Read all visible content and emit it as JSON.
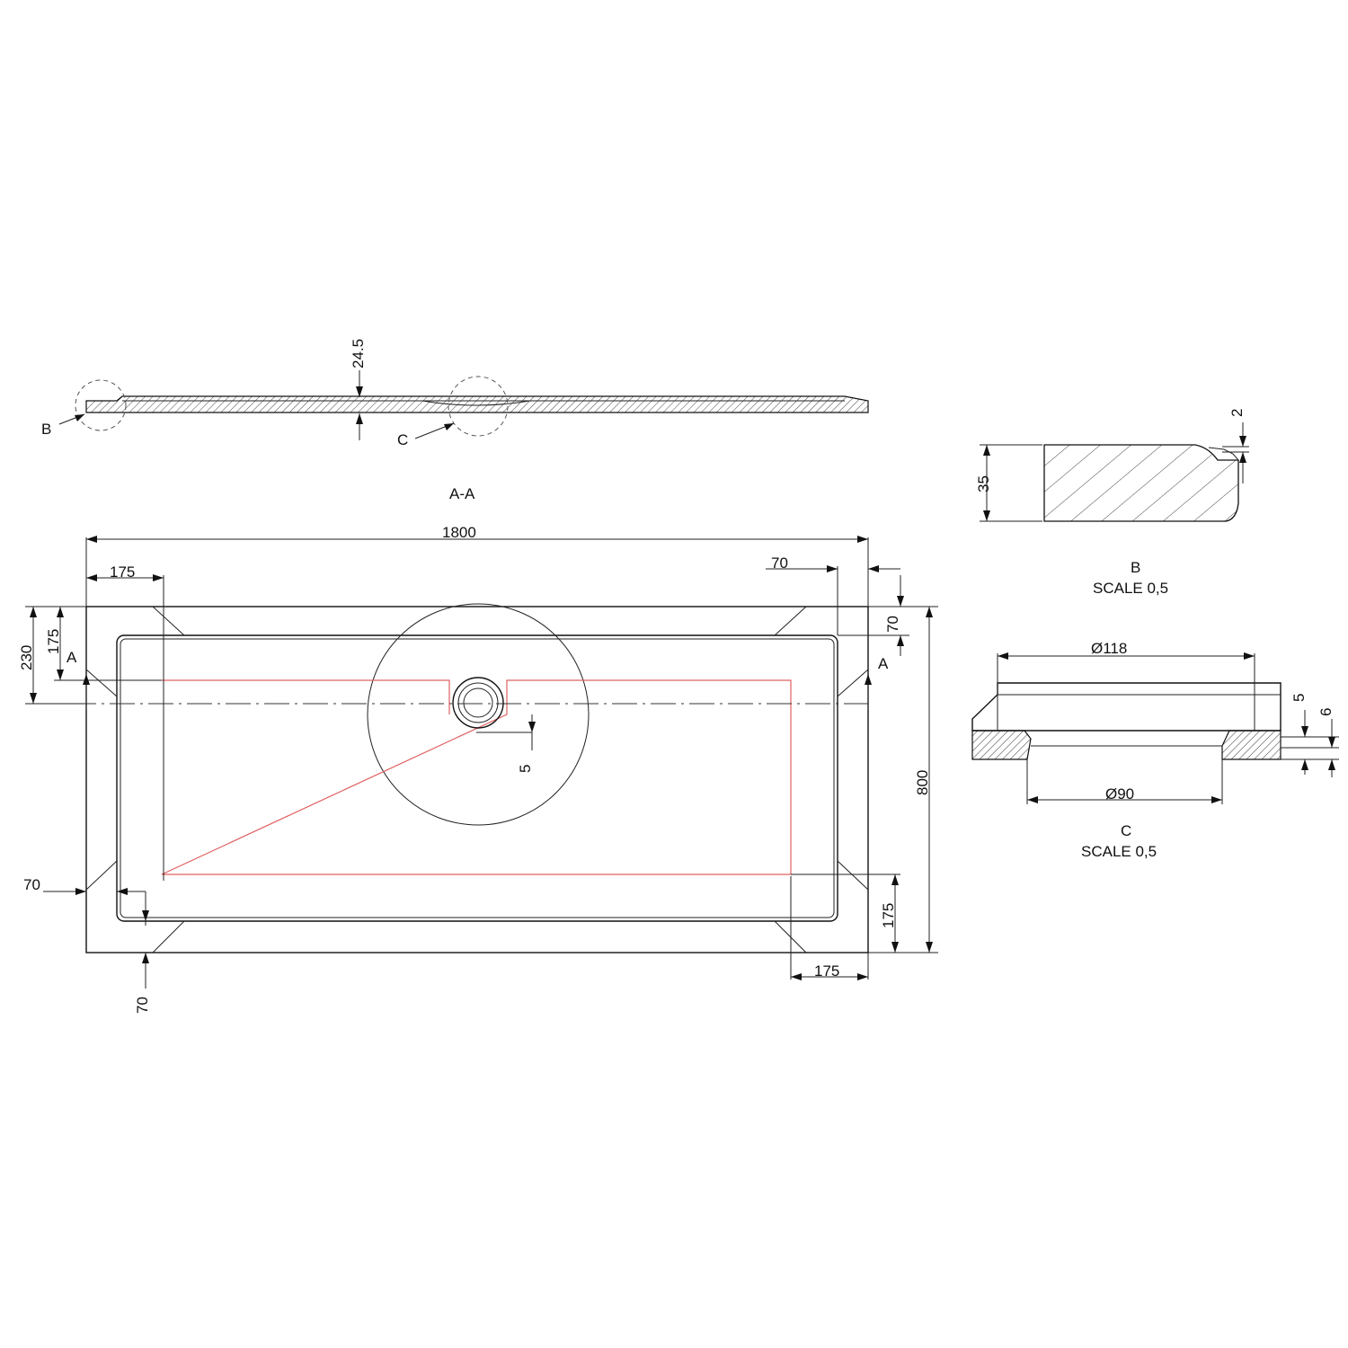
{
  "section_view": {
    "label": "A-A",
    "thickness_dim": "24.5",
    "detail_b_callout": "B",
    "detail_c_callout": "C"
  },
  "plan_view": {
    "width_dim": "1800",
    "depth_dim": "800",
    "corner_top_left_dim": "175",
    "corner_top_right_dim": "70",
    "right_top_rim_dim": "70",
    "left_outer_dim": "230",
    "left_inner_dim": "175",
    "left_rim_dim": "70",
    "bottom_rim_dim": "70",
    "bottom_right_dim": "175",
    "right_bottom_dim": "175",
    "drain_offset_dim": "5",
    "section_marker_left": "A",
    "section_marker_right": "A"
  },
  "detail_b": {
    "height_dim": "35",
    "lip_dim": "2",
    "title": "B",
    "scale": "SCALE 0,5"
  },
  "detail_c": {
    "outer_diameter_dim": "Ø118",
    "inner_diameter_dim": "Ø90",
    "step_dim": "5",
    "depth_dim": "6",
    "title": "C",
    "scale": "SCALE 0,5"
  }
}
